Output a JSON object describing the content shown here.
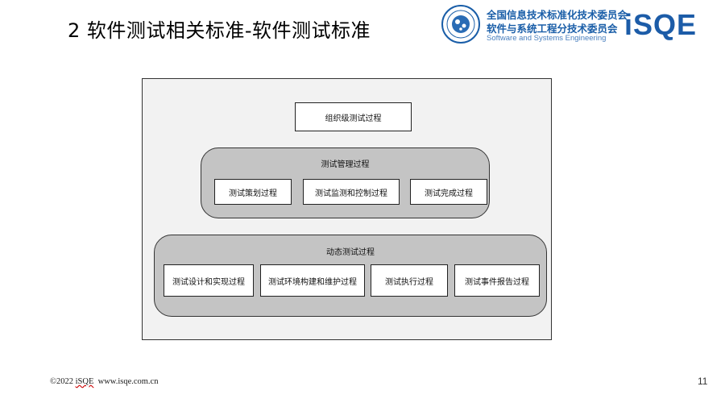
{
  "slide": {
    "title": "2 软件测试相关标准-软件测试标准",
    "page_number": "11"
  },
  "header": {
    "org_name_1": "全国信息技术标准化技术委员会",
    "org_name_2": "软件与系统工程分技术委员会",
    "org_name_en": "Software and Systems Engineering",
    "brand": "iSQE"
  },
  "diagram": {
    "top_box": "组织级测试过程",
    "management": {
      "label": "测试管理过程",
      "items": [
        "测试策划过程",
        "测试监测和控制过程",
        "测试完成过程"
      ]
    },
    "dynamic": {
      "label": "动态测试过程",
      "items": [
        "测试设计和实现过程",
        "测试环境构建和维护过程",
        "测试执行过程",
        "测试事件报告过程"
      ]
    }
  },
  "footer": {
    "copyright": "©2022",
    "brand": "iSQE",
    "url": "www.isqe.com.cn"
  },
  "colors": {
    "brand_blue": "#1c5ca8",
    "group_fill": "#c4c4c4",
    "frame_fill": "#f2f2f2"
  }
}
